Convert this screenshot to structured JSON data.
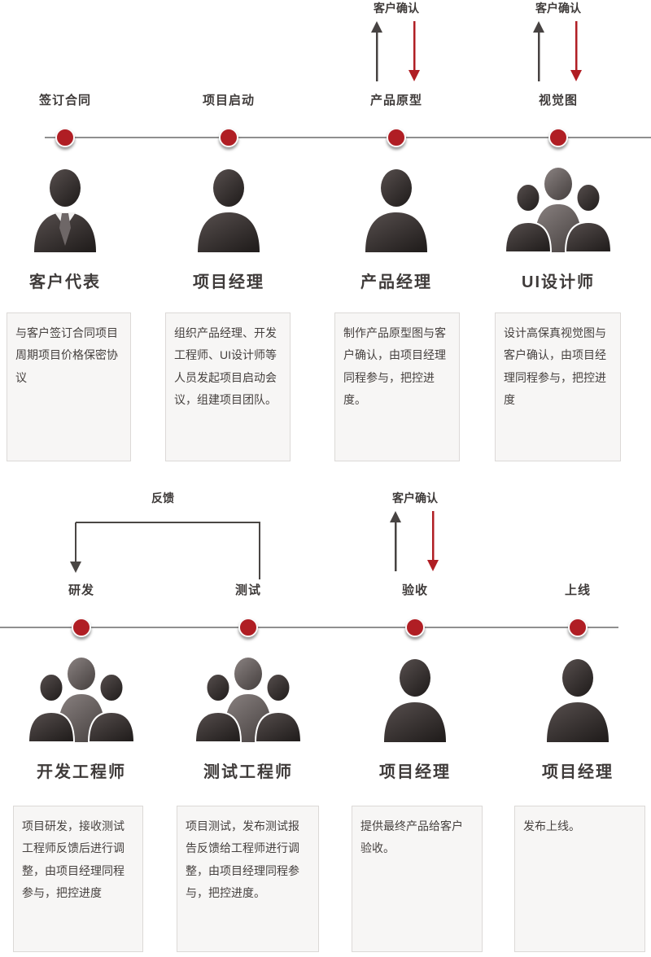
{
  "colors": {
    "accent": "#b01e24",
    "line": "#8f8f8f",
    "text": "#3f3b3a"
  },
  "annotations": {
    "customer_confirm": "客户确认",
    "feedback": "反馈"
  },
  "stages": [
    {
      "title": "签订合同",
      "role": "客户代表",
      "icon": "person-tie-icon",
      "desc": "与客户签订合同项目周期项目价格保密协议"
    },
    {
      "title": "项目启动",
      "role": "项目经理",
      "icon": "person-icon",
      "desc": "组织产品经理、开发工程师、UI设计师等人员发起项目启动会议，组建项目团队。"
    },
    {
      "title": "产品原型",
      "role": "产品经理",
      "icon": "person-icon",
      "annotation": "客户确认",
      "desc": "制作产品原型图与客户确认，由项目经理同程参与，把控进度。"
    },
    {
      "title": "视觉图",
      "role": "UI设计师",
      "icon": "group-icon",
      "annotation": "客户确认",
      "desc": "设计高保真视觉图与客户确认，由项目经理同程参与，把控进度"
    },
    {
      "title": "研发",
      "role": "开发工程师",
      "icon": "group-icon",
      "desc": "项目研发，接收测试工程师反馈后进行调整，由项目经理同程参与，把控进度"
    },
    {
      "title": "测试",
      "role": "测试工程师",
      "icon": "group-icon",
      "desc": "项目测试，发布测试报告反馈给工程师进行调整，由项目经理同程参与，把控进度。"
    },
    {
      "title": "验收",
      "role": "项目经理",
      "icon": "person-icon",
      "annotation": "客户确认",
      "desc": "提供最终产品给客户验收。"
    },
    {
      "title": "上线",
      "role": "项目经理",
      "icon": "person-icon",
      "desc": "发布上线。"
    }
  ]
}
